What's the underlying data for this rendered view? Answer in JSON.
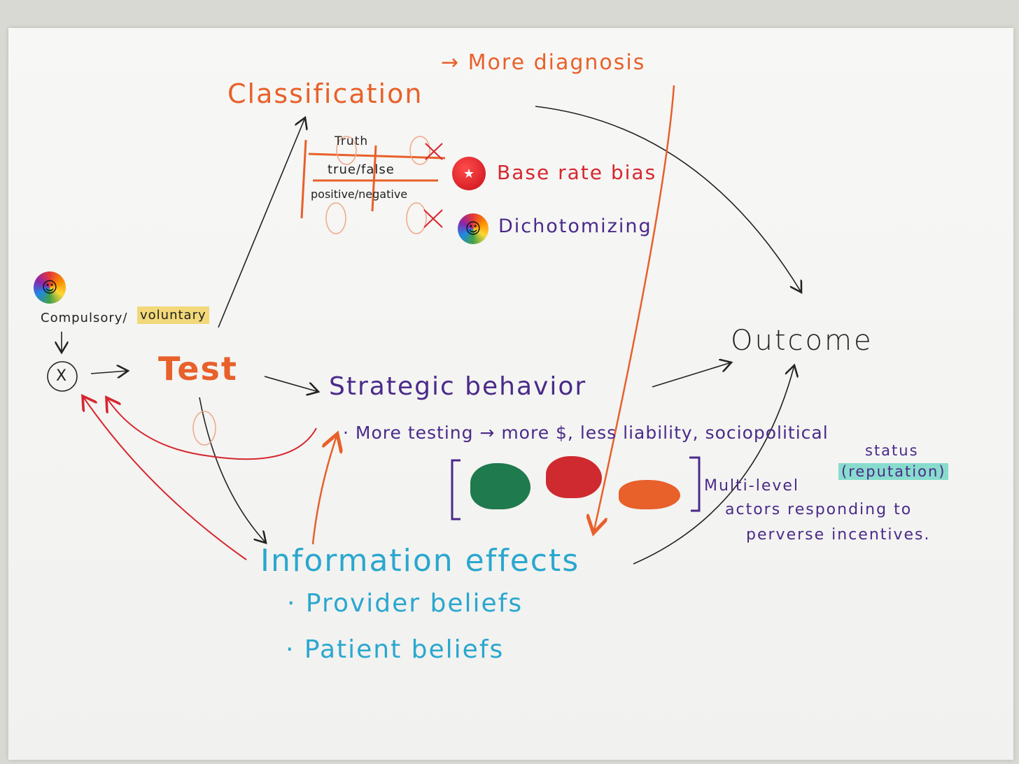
{
  "labels": {
    "classification": "Classification",
    "more_diagnosis": "→ More diagnosis",
    "truth": "Truth",
    "true_false": "true/false",
    "pos_neg": "positive/negative",
    "base_rate_bias": "Base rate bias",
    "dichotomizing": "Dichotomizing",
    "comp_vol_a": "Compulsory/",
    "comp_vol_b": "voluntary",
    "x": "X",
    "test": "Test",
    "strategic": "Strategic behavior",
    "more_testing": "· More testing → more $, less liability, sociopolitical",
    "status": "status",
    "reputation": "(reputation)",
    "multi_1": "Multi-level",
    "multi_2": "actors responding to",
    "multi_3": "perverse incentives.",
    "outcome": "Outcome",
    "info_effects": "Information effects",
    "provider": "· Provider beliefs",
    "patient": "· Patient beliefs",
    "bracket_open": "[",
    "bracket_close": "]"
  },
  "stickers": {
    "smiley": "☺",
    "star": "★"
  },
  "colors": {
    "orange": "#e8602a",
    "red": "#d6262e",
    "purple": "#4a2a8a",
    "blue": "#2aa7cf",
    "black": "#222222"
  }
}
